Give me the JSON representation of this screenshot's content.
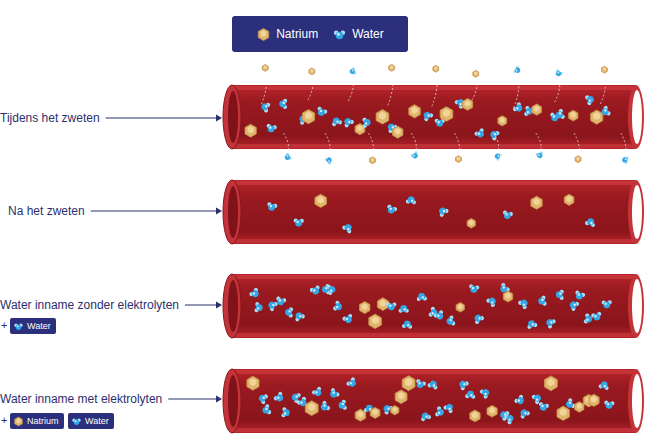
{
  "diagram": {
    "nodes": [
      {
        "text": [
          "Water"
        ]
      },
      {
        "text": [
          "Natrium"
        ]
      },
      {
        "text": [
          "Water"
        ]
      }
    ],
    "labels": [
      "Tijdens het zweten",
      "Na het zweten",
      "Water inname zonder elektrolyten",
      "+",
      "Water inname met elektrolyten",
      "+"
    ],
    "legend": [
      {
        "text": "Natrium"
      },
      {
        "text": "Water"
      }
    ]
  }
}
